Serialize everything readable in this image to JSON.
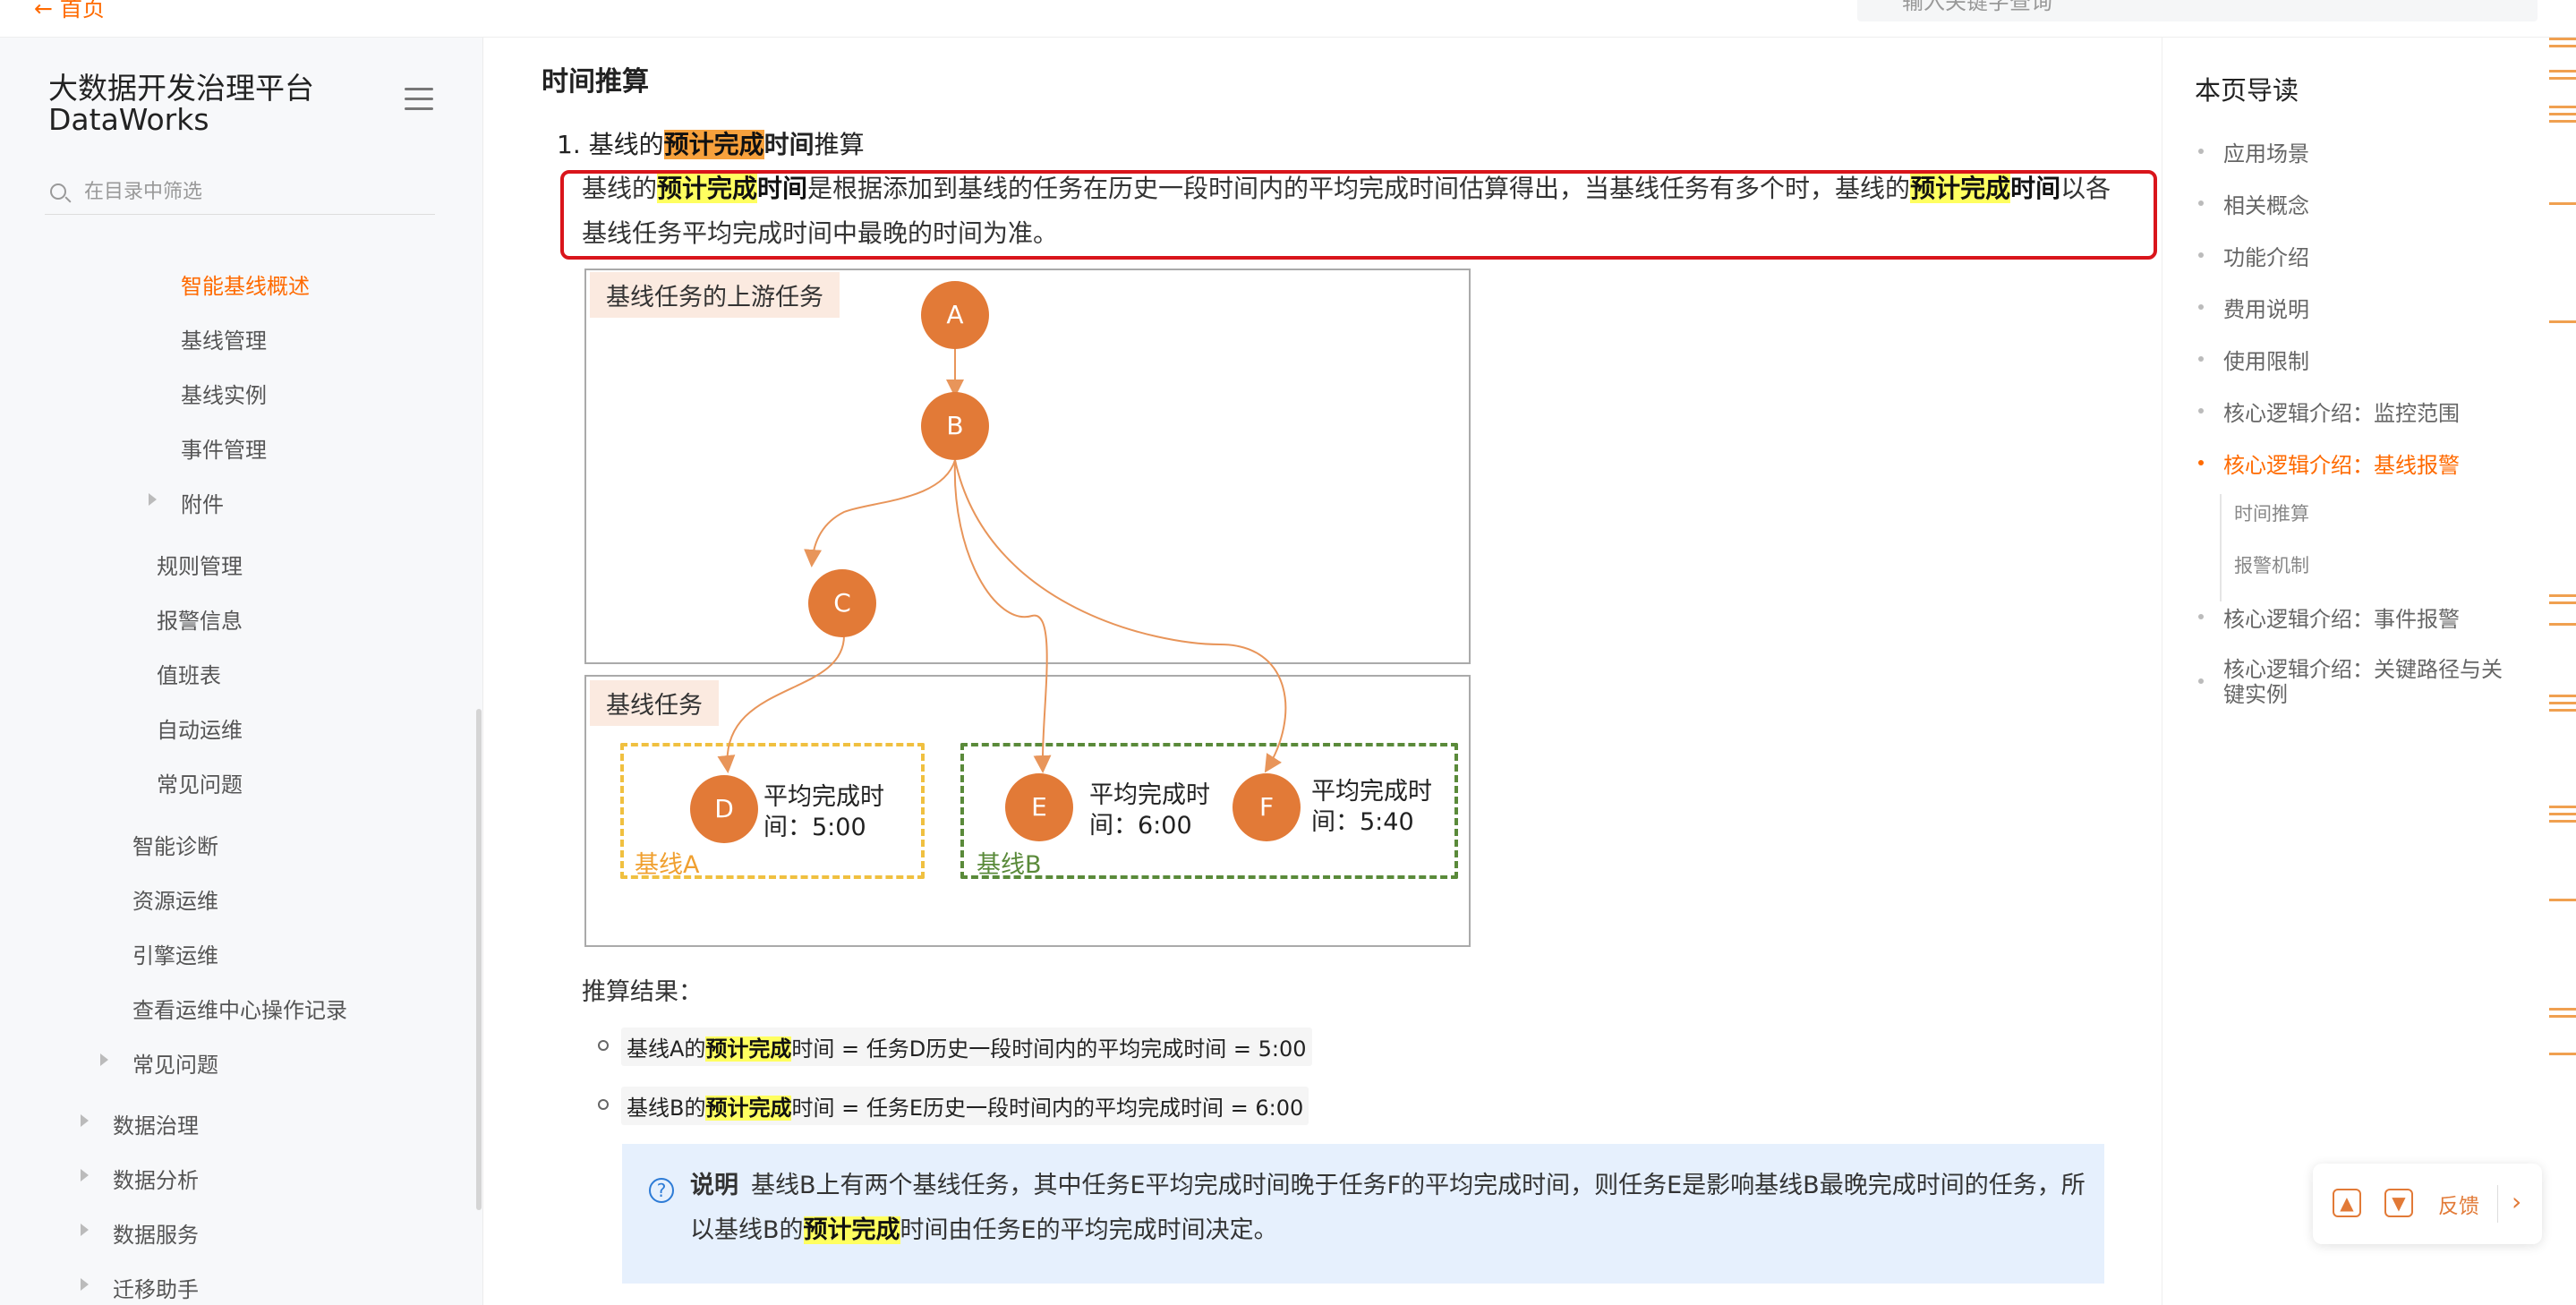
{
  "topbar": {
    "home_label": "← 首页",
    "search_placeholder": "输入关键字查询"
  },
  "sidebar": {
    "title_line1": "大数据开发治理平台",
    "title_line2": "DataWorks",
    "filter_placeholder": "在目录中筛选",
    "items": [
      {
        "label": "智能基线概述"
      },
      {
        "label": "基线管理"
      },
      {
        "label": "基线实例"
      },
      {
        "label": "事件管理"
      },
      {
        "label": "附件"
      },
      {
        "label": "规则管理"
      },
      {
        "label": "报警信息"
      },
      {
        "label": "值班表"
      },
      {
        "label": "自动运维"
      },
      {
        "label": "常见问题"
      },
      {
        "label": "智能诊断"
      },
      {
        "label": "资源运维"
      },
      {
        "label": "引擎运维"
      },
      {
        "label": "查看运维中心操作记录"
      },
      {
        "label": "常见问题"
      },
      {
        "label": "数据治理"
      },
      {
        "label": "数据分析"
      },
      {
        "label": "数据服务"
      },
      {
        "label": "迁移助手"
      }
    ]
  },
  "main": {
    "section_title": "时间推算",
    "step1": {
      "prefix": "1. 基线的",
      "highlight": "预计完成",
      "bold": "时间",
      "suffix": "推算"
    },
    "para": {
      "t1": "基线的",
      "h1": "预计完成",
      "b1": "时间",
      "t2": "是根据添加到基线的任务在历史一段时间内的平均完成时间估算得出，当基线任务有多个时，基线的",
      "h2": "预计完成",
      "b2": "时间",
      "t3": "以各基线任务平均完成时间中最晚的时间为准。"
    },
    "diagram": {
      "upstream_label": "基线任务的上游任务",
      "baseline_label": "基线任务",
      "nodes": {
        "a": "A",
        "b": "B",
        "c": "C",
        "d": "D",
        "e": "E",
        "f": "F"
      },
      "avg_d": {
        "l1": "平均完成时",
        "l2": "间：5:00"
      },
      "avg_e": {
        "l1": "平均完成时",
        "l2": "间：6:00"
      },
      "avg_f": {
        "l1": "平均完成时",
        "l2": "间：5:40"
      },
      "baseline_a": "基线A",
      "baseline_b": "基线B",
      "colors": {
        "node": "#e27a37",
        "baseline_a": "#f0c040",
        "baseline_b": "#5a8a3a"
      }
    },
    "result_title": "推算结果：",
    "formulas": [
      {
        "t1": "基线A的",
        "h": "预计完成",
        "t2": "时间 = 任务D历史一段时间内的平均完成时间 = 5:00"
      },
      {
        "t1": "基线B的",
        "h": "预计完成",
        "t2": "时间 = 任务E历史一段时间内的平均完成时间 = 6:00"
      }
    ],
    "note": {
      "label": "说明",
      "t1": "基线B上有两个基线任务，其中任务E平均完成时间晚于任务F的平均完成时间，则任务E是影响基线B最晚完成时间的任务，所以基线B的",
      "h": "预计完成",
      "t2": "时间由任务E的平均完成时间决定。"
    }
  },
  "toc": {
    "title": "本页导读",
    "items": [
      {
        "label": "应用场景"
      },
      {
        "label": "相关概念"
      },
      {
        "label": "功能介绍"
      },
      {
        "label": "费用说明"
      },
      {
        "label": "使用限制"
      },
      {
        "label": "核心逻辑介绍：监控范围"
      },
      {
        "label": "核心逻辑介绍：基线报警"
      },
      {
        "label": "核心逻辑介绍：事件报警"
      },
      {
        "label": "核心逻辑介绍：关键路径与关"
      },
      {
        "label": "键实例"
      }
    ],
    "subs": [
      {
        "label": "时间推算"
      },
      {
        "label": "报警机制"
      }
    ]
  },
  "feedback": {
    "label": "反馈",
    "like_icon": "thumbs-up-icon",
    "dislike_icon": "thumbs-down-icon"
  }
}
